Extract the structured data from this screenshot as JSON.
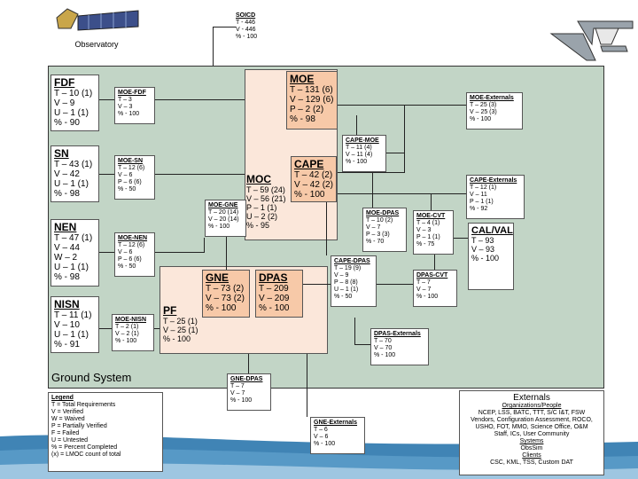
{
  "observatory": {
    "label": "Observatory"
  },
  "soicd": {
    "title": "SOICD",
    "rows": [
      "T - 446",
      "V - 446",
      "% - 100"
    ]
  },
  "ground_system": {
    "label": "Ground System"
  },
  "fdf": {
    "title": "FDF",
    "rows": [
      "T – 10 (1)",
      "V – 9",
      "U – 1 (1)",
      "% - 90"
    ]
  },
  "sn": {
    "title": "SN",
    "rows": [
      "T – 43 (1)",
      "V – 42",
      "U – 1 (1)",
      "% - 98"
    ]
  },
  "nen": {
    "title": "NEN",
    "rows": [
      "T – 47 (1)",
      "V – 44",
      "W – 2",
      "U – 1 (1)",
      "% - 98"
    ]
  },
  "nisn": {
    "title": "NISN",
    "rows": [
      "T – 11 (1)",
      "V – 10",
      "U – 1 (1)",
      "% - 91"
    ]
  },
  "moe_fdf": {
    "title": "MOE-FDF",
    "rows": [
      "T – 3",
      "V – 3",
      "% - 100"
    ]
  },
  "moe_sn": {
    "title": "MOE-SN",
    "rows": [
      "T – 12 (6)",
      "V – 6",
      "P – 6 (6)",
      "% - 50"
    ]
  },
  "moe_nen": {
    "title": "MOE-NEN",
    "rows": [
      "T – 12 (6)",
      "V – 6",
      "P – 6 (6)",
      "% - 50"
    ]
  },
  "moe_nisn": {
    "title": "MOE-NISN",
    "rows": [
      "T – 2 (1)",
      "V – 2 (1)",
      "% - 100"
    ]
  },
  "moe": {
    "title": "MOE",
    "rows": [
      "T – 131 (6)",
      "V – 129 (6)",
      "P – 2 (2)",
      "% - 98"
    ]
  },
  "cape": {
    "title": "CAPE",
    "rows": [
      "T – 42 (2)",
      "V – 42 (2)",
      "% - 100"
    ]
  },
  "moc": {
    "title": "MOC",
    "rows": [
      "T – 59 (24)",
      "V – 56 (21)",
      "P – 1 (1)",
      "U – 2 (2)",
      "% - 95"
    ]
  },
  "moe_gne": {
    "title": "MOE-GNE",
    "rows": [
      "T – 20 (14)",
      "V – 20 (14)",
      "% - 100"
    ]
  },
  "cape_moe": {
    "title": "CAPE-MOE",
    "rows": [
      "T – 11 (4)",
      "V – 11 (4)",
      "% - 100"
    ]
  },
  "moe_externals": {
    "title": "MOE-Externals",
    "rows": [
      "T – 25 (3)",
      "V – 25 (3)",
      "% - 100"
    ]
  },
  "cape_externals": {
    "title": "CAPE-Externals",
    "rows": [
      "T – 12 (1)",
      "V – 11",
      "P – 1 (1)",
      "% - 92"
    ]
  },
  "moe_dpas": {
    "title": "MOE-DPAS",
    "rows": [
      "T – 10 (2)",
      "V – 7",
      "P – 3 (3)",
      "% - 70"
    ]
  },
  "moe_cvt": {
    "title": "MOE-CVT",
    "rows": [
      "T – 4 (1)",
      "V – 3",
      "P – 1 (1)",
      "% - 75"
    ]
  },
  "calval": {
    "title": "CAL/VAL",
    "rows": [
      "T – 93",
      "V – 93",
      "% - 100"
    ]
  },
  "cape_dpas": {
    "title": "CAPE-DPAS",
    "rows": [
      "T – 19 (9)",
      "V – 9",
      "P – 8 (8)",
      "U – 1 (1)",
      "% - 50"
    ]
  },
  "dpas_cvt": {
    "title": "DPAS-CVT",
    "rows": [
      "T – 7",
      "V – 7",
      "% - 100"
    ]
  },
  "gne": {
    "title": "GNE",
    "rows": [
      "T – 73 (2)",
      "V – 73 (2)",
      "% - 100"
    ]
  },
  "dpas": {
    "title": "DPAS",
    "rows": [
      "T – 209",
      "V – 209",
      "% - 100"
    ]
  },
  "pf": {
    "title": "PF",
    "rows": [
      "T – 25 (1)",
      "V – 25 (1)",
      "% - 100"
    ]
  },
  "dpas_externals": {
    "title": "DPAS-Externals",
    "rows": [
      "T – 70",
      "V – 70",
      "% - 100"
    ]
  },
  "gne_dpas": {
    "title": "GNE-DPAS",
    "rows": [
      "T – 7",
      "V – 7",
      "% - 100"
    ]
  },
  "gne_externals": {
    "title": "GNE-Externals",
    "rows": [
      "T – 6",
      "V – 6",
      "% - 100"
    ]
  },
  "legend": {
    "title": "Legend",
    "rows": [
      "T = Total Requirements",
      "V = Verified",
      "W = Waived",
      "P = Partially Verified",
      "F = Failed",
      "U = Untested",
      "% = Percent Completed",
      "(x) = LMOC count of total"
    ]
  },
  "externals": {
    "title": "Externals",
    "rows": [
      "Organizations/People",
      "NCEP, LSS, BATC, TTT, S/C I&T, FSW",
      "Vendors, Configuration Assessment, ROCO,",
      "USHO, FOT, MMO, Science Office, O&M",
      "Staff, ICs, User Community"
    ],
    "systems_title": "Systems",
    "systems": [
      "ObsSim"
    ],
    "clients_title": "Clients",
    "clients": [
      "CSC, KML, TSS, Custom DAT"
    ]
  }
}
